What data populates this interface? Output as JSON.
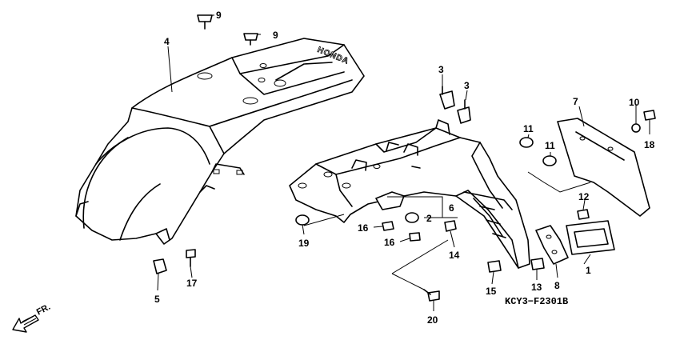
{
  "callouts": {
    "c1": "1",
    "c2": "2",
    "c3a": "3",
    "c3b": "3",
    "c4": "4",
    "c5": "5",
    "c6": "6",
    "c7": "7",
    "c8": "8",
    "c9a": "9",
    "c9b": "9",
    "c10": "10",
    "c11a": "11",
    "c11b": "11",
    "c12": "12",
    "c13": "13",
    "c14": "14",
    "c15": "15",
    "c16a": "16",
    "c16b": "16",
    "c17": "17",
    "c18": "18",
    "c19": "19",
    "c20": "20"
  },
  "fender_logo": "HONDA",
  "direction_label": "FR.",
  "diagram_code": "KCY3−F2301B"
}
